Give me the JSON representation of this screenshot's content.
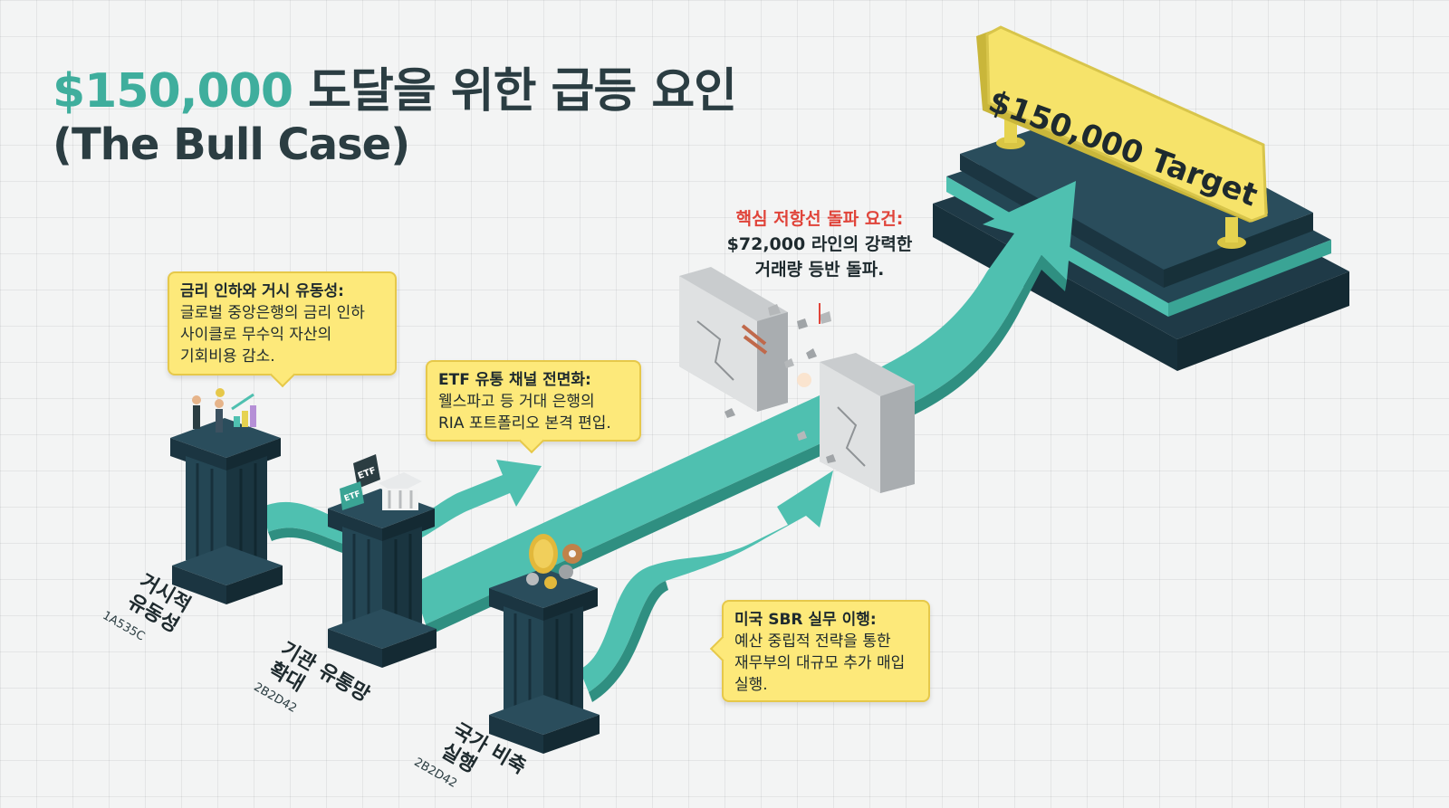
{
  "title": {
    "line1_accent": "$150,000",
    "line1_rest": " 도달을 위한 급등 요인",
    "line2": "(The Bull Case)"
  },
  "target_sign": {
    "label": "$150,000 Target"
  },
  "callouts": [
    {
      "heading": "금리 인하와 거시 유동성:",
      "lines": [
        "글로벌 중앙은행의 금리 인하",
        "사이클로 무수익 자산의",
        "기회비용 감소."
      ]
    },
    {
      "heading": "ETF 유통 채널 전면화:",
      "lines": [
        "웰스파고 등 거대 은행의",
        "RIA 포트폴리오 본격 편입."
      ]
    },
    {
      "heading": "미국 SBR 실무 이행:",
      "lines": [
        "예산 중립적 전략을 통한",
        "재무부의 대규모 추가 매입",
        "실행."
      ]
    }
  ],
  "resistance": {
    "heading": "핵심 저항선 돌파 요건:",
    "lines": [
      "$72,000 라인의 강력한",
      "거래량 등반 돌파."
    ]
  },
  "pillars": [
    {
      "label_lines": [
        "거시적",
        "유동성"
      ],
      "code": "1A535C"
    },
    {
      "label_lines": [
        "기관 유통망",
        "확대"
      ],
      "code": "2B2D42"
    },
    {
      "label_lines": [
        "국가 비축",
        "실행"
      ],
      "code": "2B2D42"
    }
  ],
  "icons": {
    "etf_tag_1": "ETF",
    "etf_tag_2": "ETF"
  },
  "colors": {
    "accent_teal": "#3fae9d",
    "arrow_teal": "#4fc0b0",
    "pillar_dark": "#1f3a47",
    "title_dark": "#2b3d42",
    "callout_yellow": "#fde97a",
    "sign_yellow": "#f6e36a",
    "resistance_red": "#e0443a"
  }
}
